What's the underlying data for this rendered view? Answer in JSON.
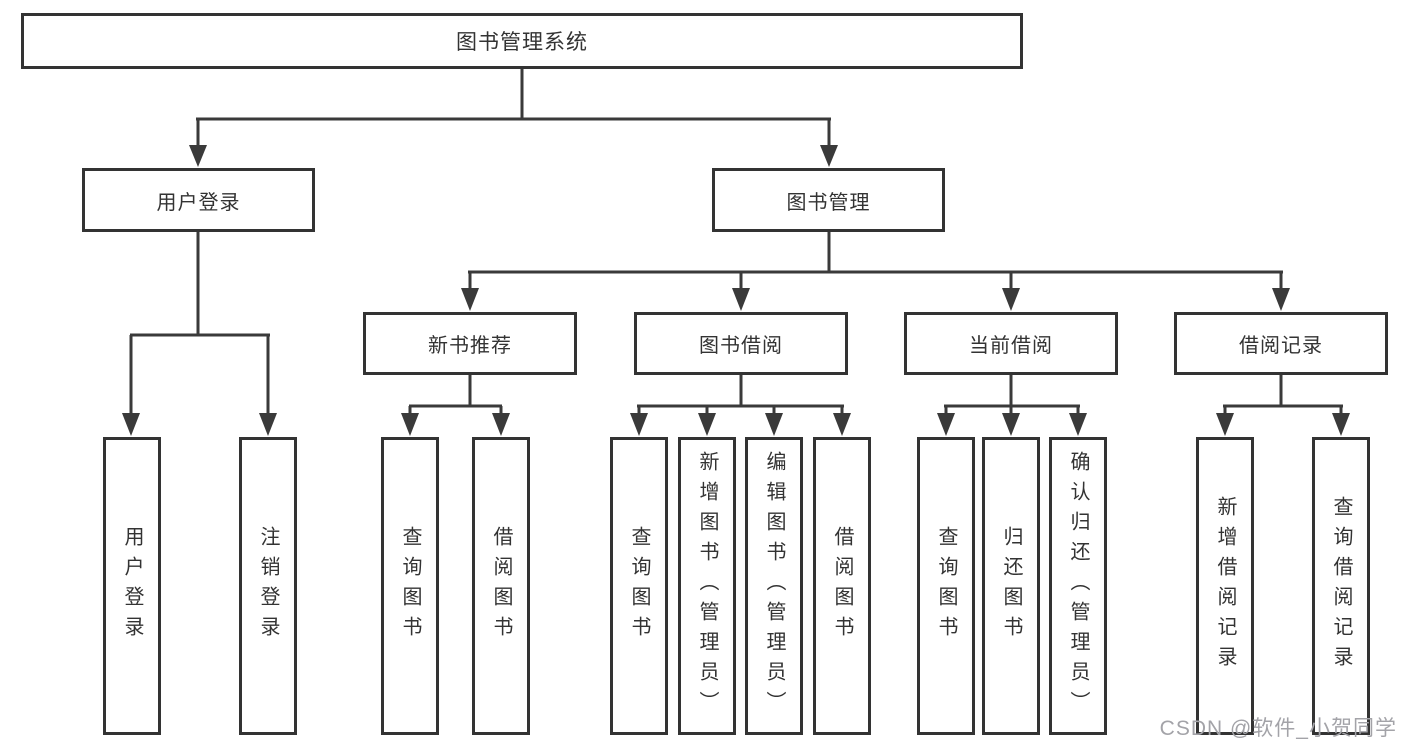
{
  "colors": {
    "background": "#ffffff",
    "line": "#3a3a3a",
    "box_border": "#333333",
    "text": "#333333",
    "watermark": "#a3a3a8"
  },
  "watermark": {
    "text": "CSDN @软件_小贺同学"
  },
  "tree": {
    "root": {
      "label": "图书管理系统",
      "children": [
        {
          "label": "用户登录",
          "children": [
            {
              "label": "用户登录"
            },
            {
              "label": "注销登录"
            }
          ]
        },
        {
          "label": "图书管理",
          "children": [
            {
              "label": "新书推荐",
              "children": [
                {
                  "label": "查询图书"
                },
                {
                  "label": "借阅图书"
                }
              ]
            },
            {
              "label": "图书借阅",
              "children": [
                {
                  "label": "查询图书"
                },
                {
                  "label": "新增图书（管理员）"
                },
                {
                  "label": "编辑图书（管理员）"
                },
                {
                  "label": "借阅图书"
                }
              ]
            },
            {
              "label": "当前借阅",
              "children": [
                {
                  "label": "查询图书"
                },
                {
                  "label": "归还图书"
                },
                {
                  "label": "确认归还（管理员）"
                }
              ]
            },
            {
              "label": "借阅记录",
              "children": [
                {
                  "label": "新增借阅记录"
                },
                {
                  "label": "查询借阅记录"
                }
              ]
            }
          ]
        }
      ]
    }
  }
}
